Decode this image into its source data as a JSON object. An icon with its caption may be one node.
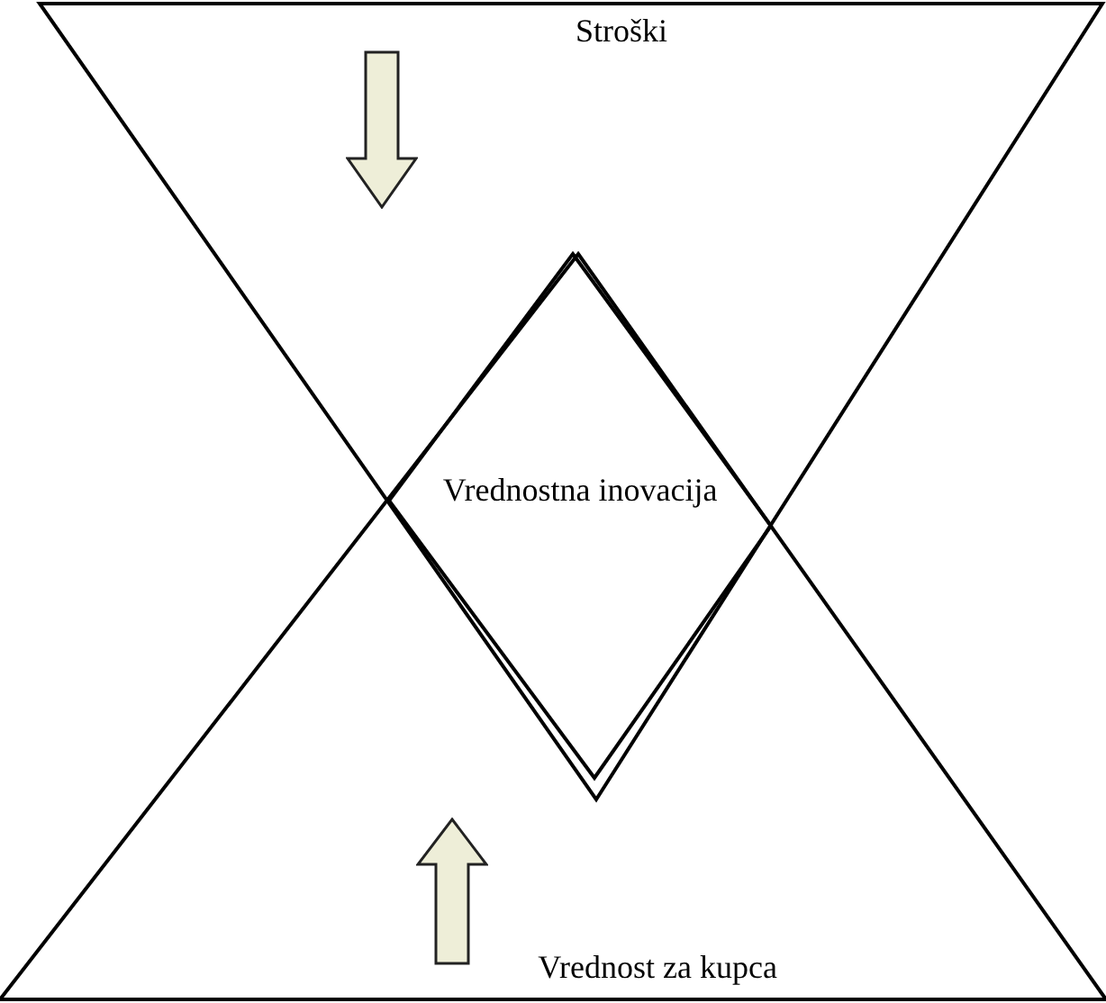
{
  "diagram": {
    "nodes": [
      {
        "text": [
          "Stroški"
        ]
      },
      {
        "text": [
          "Vrednostna inovacija"
        ]
      },
      {
        "text": [
          "Vrednost za kupca"
        ]
      }
    ]
  }
}
